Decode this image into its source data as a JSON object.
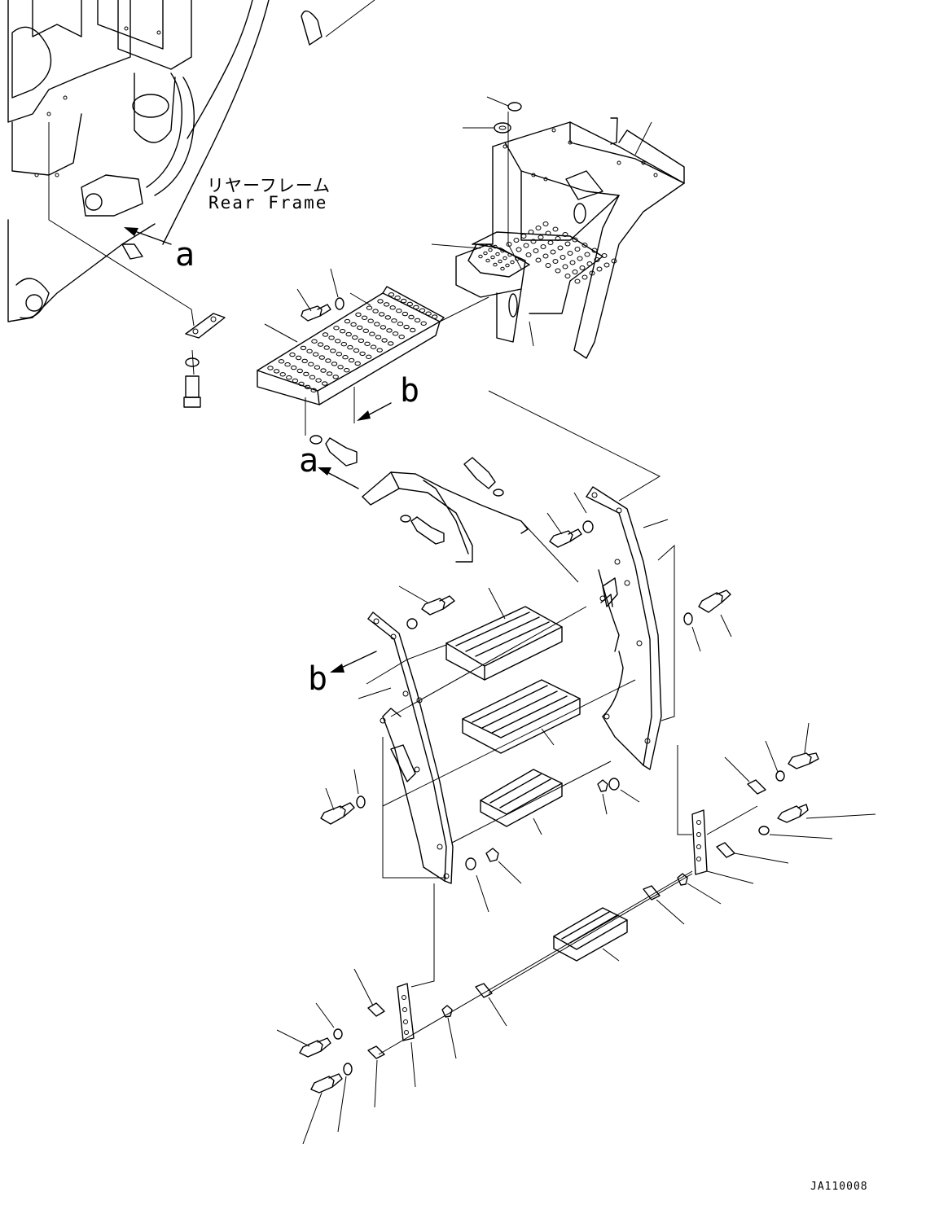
{
  "labels": {
    "rear_frame_jp": "リヤーフレーム",
    "rear_frame_en": "Rear Frame",
    "ref_a": "a",
    "ref_b": "b",
    "figure_id": "JA110008"
  }
}
